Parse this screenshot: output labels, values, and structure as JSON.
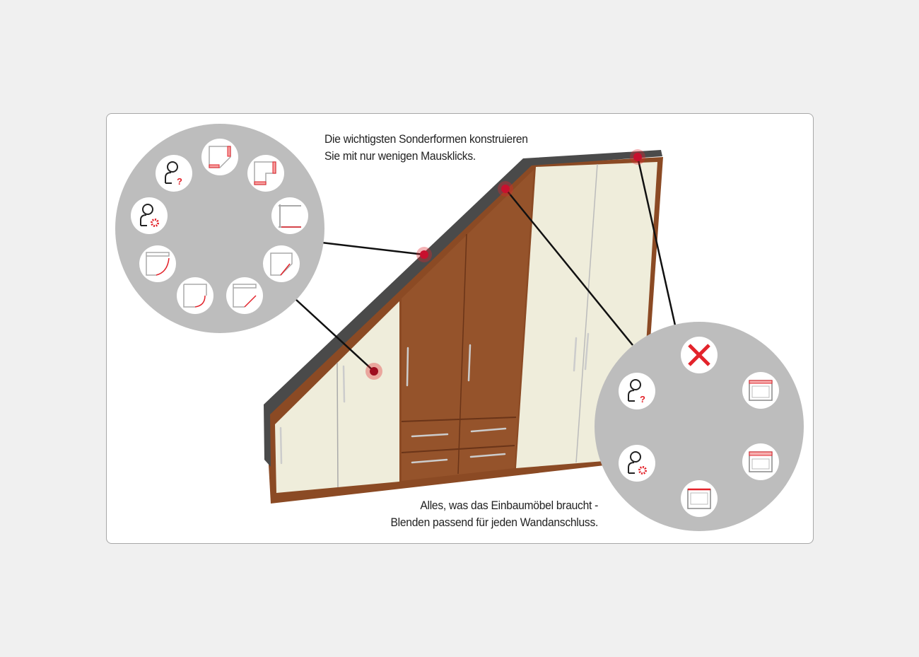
{
  "captions": {
    "top_line1": "Die wichtigsten Sonderformen konstruieren",
    "top_line2": "Sie mit nur wenigen Mausklicks.",
    "bottom_line1": "Alles, was das Einbaumöbel braucht -",
    "bottom_line2": "Blenden passend für jeden Wandanschluss."
  },
  "colors": {
    "accent": "#e3232b",
    "wheel": "#bdbdbd",
    "walnut": "#8b4a24",
    "cream": "#efeddb",
    "roof": "#4a4a4a"
  },
  "left_wheel": {
    "icons": [
      "user-help-icon",
      "user-settings-icon",
      "corner-diagonal-icon",
      "corner-l-shape-icon",
      "corner-open-icon",
      "corner-angled-icon",
      "corner-angled-top-icon",
      "corner-rounded-icon",
      "corner-rounded-top-icon"
    ]
  },
  "right_wheel": {
    "icons": [
      "remove-icon",
      "user-help-icon",
      "user-settings-icon",
      "panel-top-icon",
      "panel-top-alt-icon",
      "panel-bottom-icon"
    ]
  }
}
